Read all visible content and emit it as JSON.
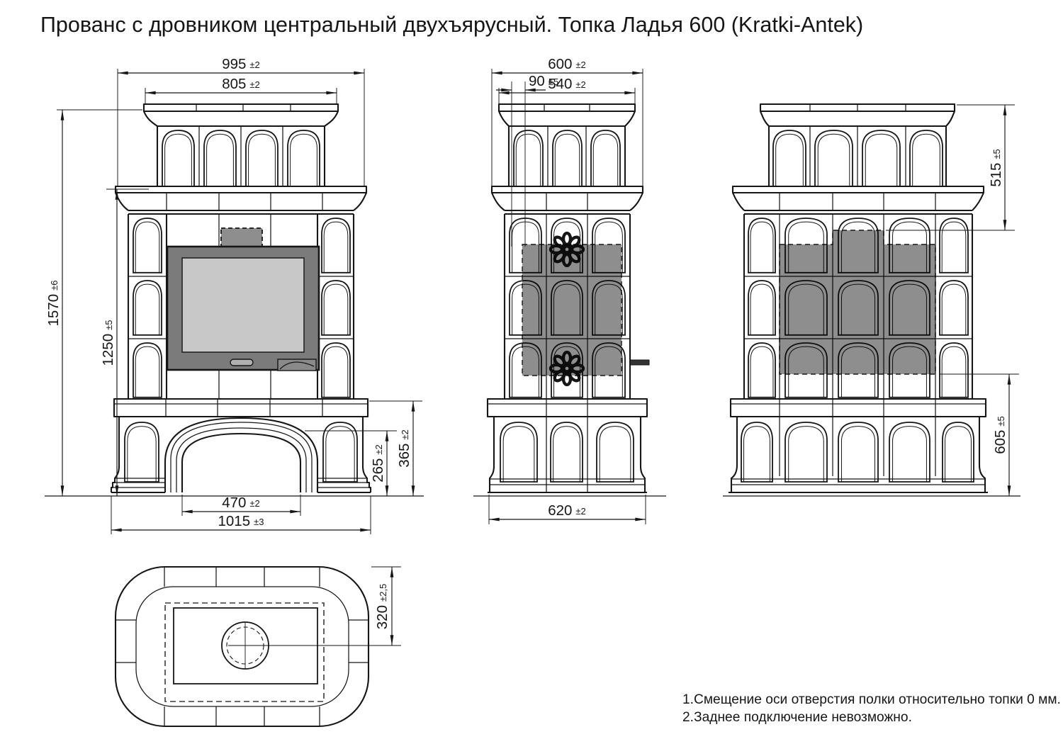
{
  "title": "Прованс с дровником центральный двухъярусный. Топка Ладья 600 (Kratki-Antek)",
  "colors": {
    "line": "#161616",
    "firebox_frame": "#7b7b7b",
    "firebox_glass": "#c8c8c8",
    "overlay_gray": "#8e8e8e",
    "paper": "#ffffff"
  },
  "views": {
    "front": {
      "dims": {
        "width_top": {
          "v": "995",
          "t": "±2"
        },
        "width_crown": {
          "v": "805",
          "t": "±2"
        },
        "height_total": {
          "v": "1570",
          "t": "±6"
        },
        "height_body": {
          "v": "1250",
          "t": "±5"
        },
        "base_height": {
          "v": "365",
          "t": "±2"
        },
        "opening_height": {
          "v": "265",
          "t": "±2"
        },
        "opening_width": {
          "v": "470",
          "t": "±2"
        },
        "base_width": {
          "v": "1015",
          "t": "±3"
        }
      }
    },
    "side": {
      "dims": {
        "width_top": {
          "v": "600",
          "t": "±2"
        },
        "width_crown": {
          "v": "540",
          "t": "±2"
        },
        "flue_offset": {
          "v": "90",
          "t": "±5"
        },
        "base_width": {
          "v": "620",
          "t": "±2"
        }
      }
    },
    "back": {
      "dims": {
        "height_upper": {
          "v": "515",
          "t": "±5"
        },
        "height_lower": {
          "v": "605",
          "t": "±5"
        }
      }
    },
    "top": {
      "dims": {
        "depth_to_flue_axis": {
          "v": "320",
          "t": "±2,5"
        }
      }
    }
  },
  "notes": [
    "1.Смещение оси отверстия полки относительно топки 0 мм.",
    "2.Заднее подключение невозможно."
  ]
}
